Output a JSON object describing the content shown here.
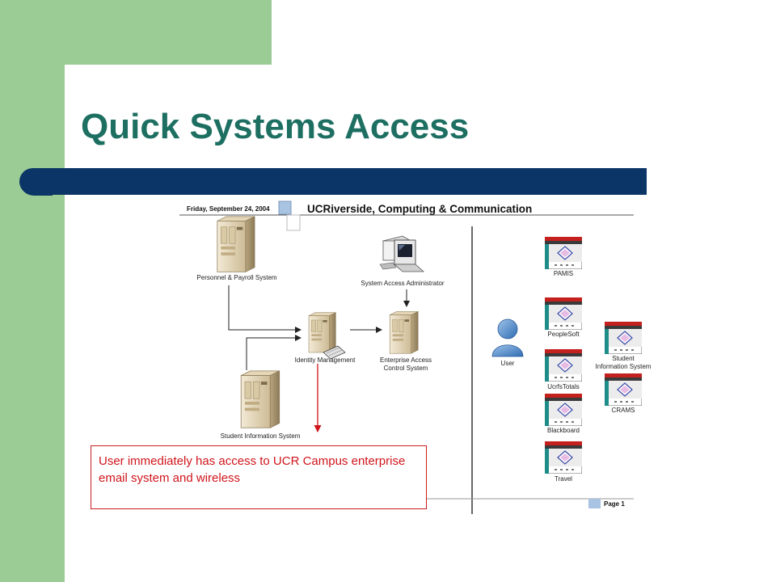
{
  "slide": {
    "title": "Quick Systems Access",
    "colors": {
      "green": "#9ccc96",
      "title": "#1d6f62",
      "bar": "#0a3566",
      "note": "#d0141b"
    }
  },
  "diagram": {
    "date": "Friday, September 24, 2004",
    "header": "UCRiverside, Computing & Communication",
    "page_label": "Page 1",
    "nodes": {
      "personnel": "Personnel & Payroll System",
      "sysadmin": "System Access Administrator",
      "identity": "Identity Management",
      "enterprise_line1": "Enterprise Access",
      "enterprise_line2": "Control System",
      "student_info": "Student Information System",
      "user": "User"
    },
    "apps": {
      "pamis": "PAMIS",
      "peoplesoft": "PeopleSoft",
      "ucrfs": "UcrfsTotals",
      "blackboard": "Blackboard",
      "travel": "Travel",
      "sis_line1": "Student",
      "sis_line2": "Information System",
      "crams": "CRAMS"
    },
    "icons": [
      "server-icon",
      "workstation-icon",
      "user-icon",
      "application-window-icon"
    ]
  },
  "note": {
    "text": "User immediately has access to UCR Campus enterprise email system and wireless"
  }
}
